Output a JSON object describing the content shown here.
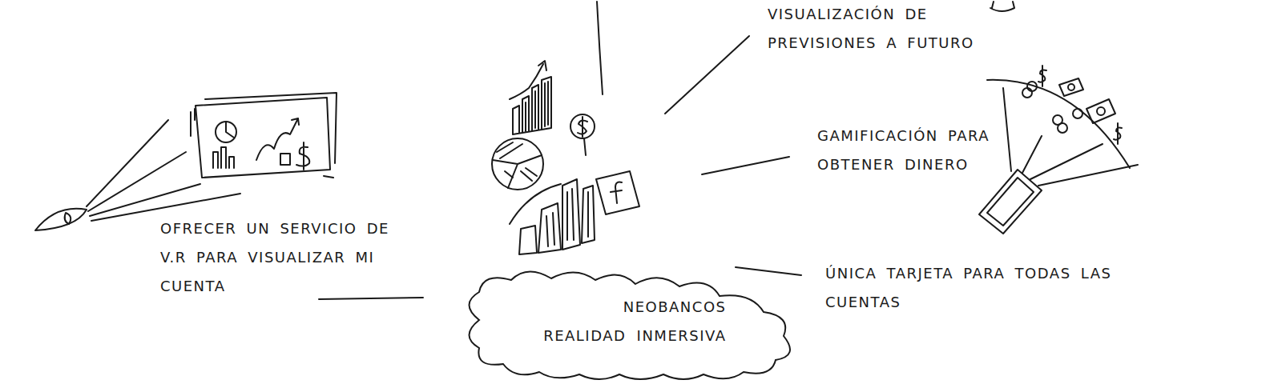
{
  "diagram": {
    "nodes": [
      {
        "text": [
          "NEOBANCOS REALIDAD INMERSIVA"
        ]
      }
    ],
    "labels": [
      "VISUALIZACIÓN DE PREVISIONES A FUTURO",
      "OFRECER UN SERVICIO DE V.R PARA VISUALIZAR MI CUENTA",
      "GAMIFICACIÓN PARA OBTENER DINERO",
      "ÚNICA TARJETA PARA TODAS LAS CUENTAS"
    ]
  }
}
